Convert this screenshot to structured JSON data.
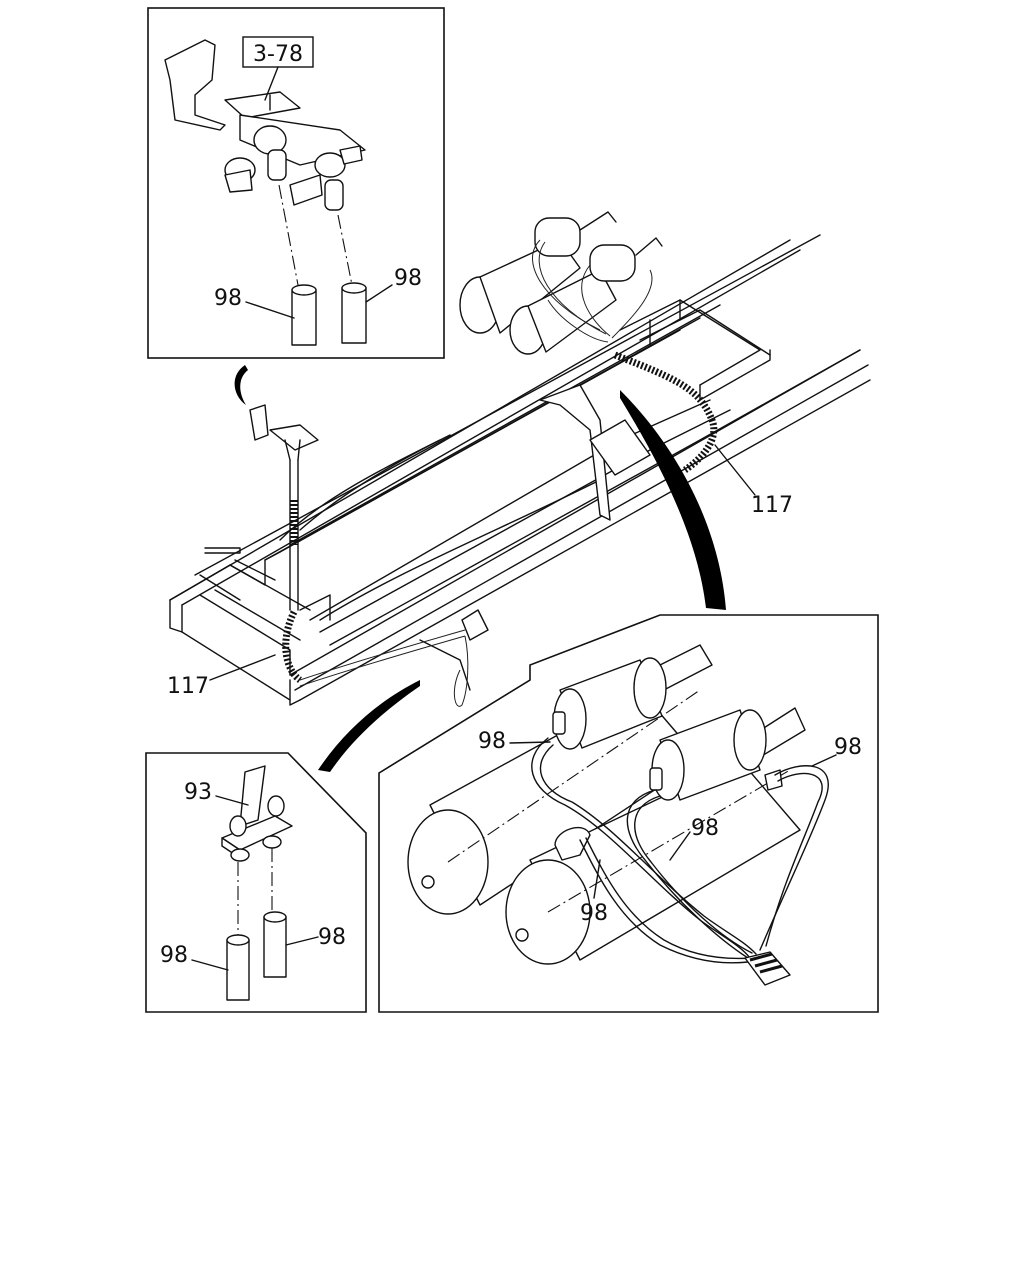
{
  "figure": {
    "reference_box": "3-78",
    "callouts": {
      "top_inset_hose_left": "98",
      "top_inset_hose_right": "98",
      "main_harness_right": "117",
      "main_harness_left": "117",
      "bottom_left_bracket": "93",
      "bottom_left_hose_left": "98",
      "bottom_left_hose_right": "98",
      "tank_hose_left": "98",
      "tank_hose_right": "98",
      "tank_hose_middle": "98",
      "tank_hose_lower": "98"
    }
  }
}
